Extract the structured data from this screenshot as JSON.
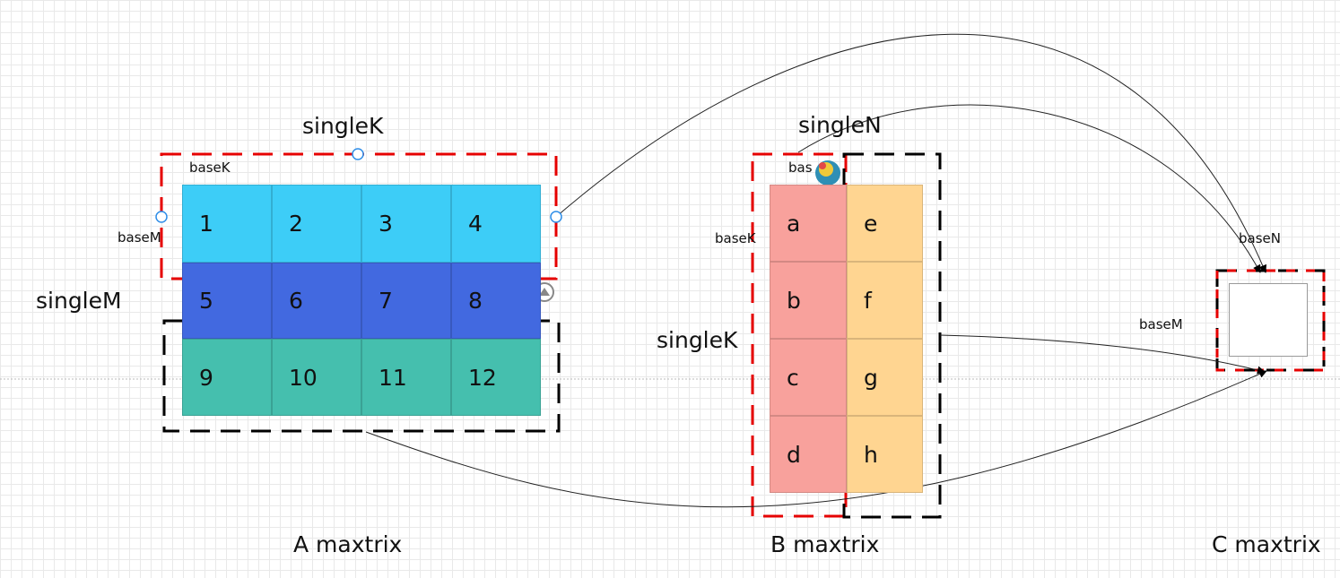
{
  "matrix_a": {
    "title": "A maxtrix",
    "label_single_k": "singleK",
    "label_single_m": "singleM",
    "label_base_k": "baseK",
    "label_base_m": "baseM",
    "rows": [
      {
        "color": "#3dcdf7",
        "cells": [
          "1",
          "2",
          "3",
          "4"
        ]
      },
      {
        "color": "#4269e0",
        "cells": [
          "5",
          "6",
          "7",
          "8"
        ]
      },
      {
        "color": "#45bfae",
        "cells": [
          "9",
          "10",
          "11",
          "12"
        ]
      }
    ]
  },
  "matrix_b": {
    "title": "B maxtrix",
    "label_single_n": "singleN",
    "label_single_k": "singleK",
    "label_base_k": "baseK",
    "label_base_n": "bas",
    "col_left": {
      "color": "#f8a19c",
      "cells": [
        "a",
        "b",
        "c",
        "d"
      ]
    },
    "col_right": {
      "color": "#ffd591",
      "cells": [
        "e",
        "f",
        "g",
        "h"
      ]
    }
  },
  "matrix_c": {
    "title": "C maxtrix",
    "label_base_n": "baseN",
    "label_base_m": "baseM"
  },
  "colors": {
    "dash_red": "#e60000",
    "dash_black": "#000000",
    "handle": "#1e90ff"
  }
}
